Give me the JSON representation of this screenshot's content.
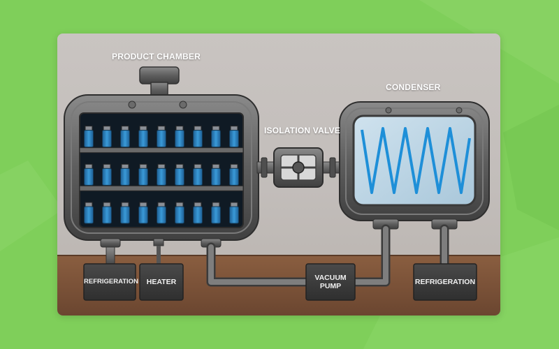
{
  "diagram": {
    "labels": {
      "product_chamber": "PRODUCT CHAMBER",
      "condenser": "CONDENSER",
      "isolation_valve": "ISOLATION VALVE"
    },
    "units": {
      "refrigeration_left": "REFRIGERATION",
      "heater": "HEATER",
      "vacuum_pump": "VACUUM\nPUMP",
      "refrigeration_right": "REFRIGERATION"
    },
    "chamber": {
      "shelves": 3,
      "vials_per_shelf": 9
    },
    "colors": {
      "page_background": "#7fcf5a",
      "vial_blue": "#2f86c4",
      "coil_blue": "#1e8fd8",
      "metal": "#5a5a5a",
      "floor": "#7a5238"
    }
  }
}
